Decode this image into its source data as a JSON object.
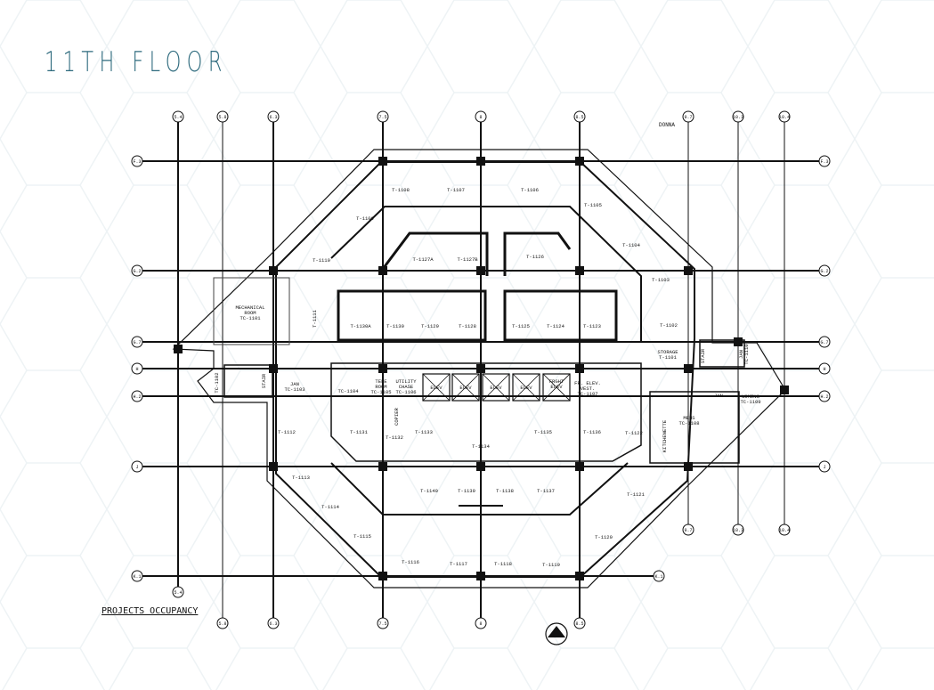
{
  "title": "11TH FLOOR",
  "caption": "PROJECTS OCCUPANCY",
  "annotation": "DONNA",
  "colors": {
    "title": "#2d6a7d",
    "lines": "#111111",
    "hex_pattern": "#eef3f5"
  },
  "grid": {
    "columns": [
      "5.4",
      "5.8",
      "6.3",
      "7.5",
      "8",
      "8.5",
      "9.7",
      "10.3",
      "10.4"
    ],
    "rows": [
      "F.3",
      "G.2",
      "G.7",
      "H",
      "H.2",
      "J",
      "K.1"
    ]
  },
  "rooms": [
    [
      "T-1108"
    ],
    [
      "T-1107"
    ],
    [
      "T-1106"
    ],
    [
      "T-1105"
    ],
    [
      "T-1109"
    ],
    [
      "T-1104"
    ],
    [
      "T-1110"
    ],
    [
      "T-1127A"
    ],
    [
      "T-1127B"
    ],
    [
      "T-1126"
    ],
    [
      "T-1103"
    ],
    [
      "MECHANICAL",
      "ROOM",
      "TC-1101"
    ],
    [
      "T-1111"
    ],
    [
      "T-1130A"
    ],
    [
      "T-1130"
    ],
    [
      "T-1129"
    ],
    [
      "T-1128"
    ],
    [
      "T-1125"
    ],
    [
      "T-1124"
    ],
    [
      "T-1123"
    ],
    [
      "T-1102"
    ],
    [
      "STORAGE",
      "T-1101"
    ],
    [
      "STAIR"
    ],
    [
      "TC-1102"
    ],
    [
      "JAN",
      "TC-1103"
    ],
    [
      "TC-1104"
    ],
    [
      "TELE",
      "ROOM",
      "TC-1105"
    ],
    [
      "UTILITY",
      "CHASE",
      "TC-1106"
    ],
    [
      "ELEV"
    ],
    [
      "ELEV"
    ],
    [
      "ELEV"
    ],
    [
      "ELEV"
    ],
    [
      "FRGHT",
      "ELEV"
    ],
    [
      "FR. ELEV.",
      "VEST.",
      "TC-1107"
    ],
    [
      "JAN"
    ],
    [
      "WOMENS",
      "TC-1109"
    ],
    [
      "MENS",
      "TC-1108"
    ],
    [
      "KITCHENETTE"
    ],
    [
      "T-1122"
    ],
    [
      "T-1112"
    ],
    [
      "T-1131"
    ],
    [
      "COPIER"
    ],
    [
      "T-1132"
    ],
    [
      "T-1133"
    ],
    [
      "T-1134"
    ],
    [
      "T-1135"
    ],
    [
      "T-1136"
    ],
    [
      "T-1113"
    ],
    [
      "T-1114"
    ],
    [
      "T-1115"
    ],
    [
      "T-1140"
    ],
    [
      "T-1139"
    ],
    [
      "T-1138"
    ],
    [
      "T-1137"
    ],
    [
      "T-1121"
    ],
    [
      "T-1120"
    ],
    [
      "T-1116"
    ],
    [
      "T-1117"
    ],
    [
      "T-1118"
    ],
    [
      "T-1119"
    ],
    [
      "STAIR"
    ],
    [
      "JAN",
      "TC-1110"
    ]
  ]
}
